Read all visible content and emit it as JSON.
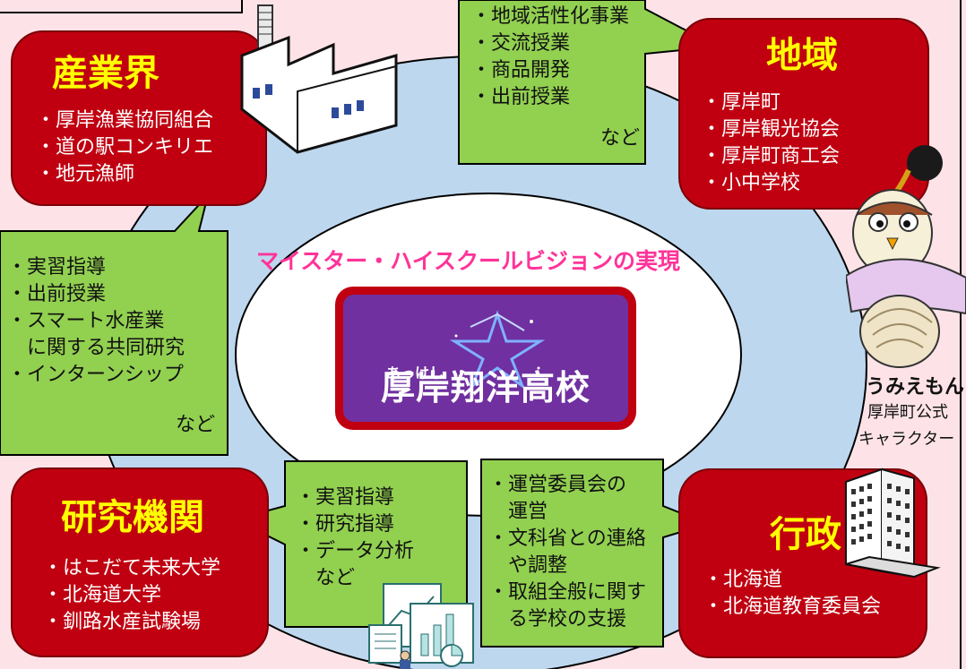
{
  "center": {
    "vision": "マイスター・ハイスクールビジョンの実現",
    "school_small": "あっけし",
    "school_name": "厚岸翔洋高校"
  },
  "industry": {
    "title": "産業界",
    "items": [
      "・厚岸漁業協同組合",
      "・道の駅コンキリエ",
      "・地元漁師"
    ]
  },
  "region": {
    "title": "地域",
    "items": [
      "・厚岸町",
      "・厚岸観光協会",
      "・厚岸町商工会",
      "・小中学校"
    ]
  },
  "research": {
    "title": "研究機関",
    "items": [
      "・はこだて未来大学",
      "・北海道大学",
      "・釧路水産試験場"
    ]
  },
  "government": {
    "title": "行政",
    "items": [
      "・北海道",
      "・北海道教育委員会"
    ]
  },
  "callout_region": {
    "items": [
      "・地域活性化事業",
      "・交流授業",
      "・商品開発",
      "・出前授業"
    ],
    "etc": "など"
  },
  "callout_industry": {
    "items": [
      "・実習指導",
      "・出前授業",
      "・スマート水産業",
      "　に関する共同研究",
      "・インターンシップ"
    ],
    "etc": "など"
  },
  "callout_research": {
    "items": [
      "・実習指導",
      "・研究指導",
      "・データ分析",
      "　など"
    ]
  },
  "callout_government": {
    "items": [
      "・運営委員会の",
      "　運営",
      "・文科省との連絡",
      "　や調整",
      "・取組全般に関す",
      "　る学校の支援"
    ]
  },
  "mascot": {
    "name": "うみえもん",
    "sub1": "厚岸町公式",
    "sub2": "キャラクター"
  },
  "icons": [
    "factory-icon",
    "office-building-icon",
    "data-analysis-icon",
    "mascot-illustration",
    "star-logo-icon"
  ],
  "colors": {
    "background": "#fde3e8",
    "ellipse": "#bdd7ee",
    "red_box": "#c00010",
    "title_yellow": "#ffff00",
    "callout_green": "#92d050",
    "school_purple": "#7030a0",
    "vision_pink": "#ff3399"
  }
}
